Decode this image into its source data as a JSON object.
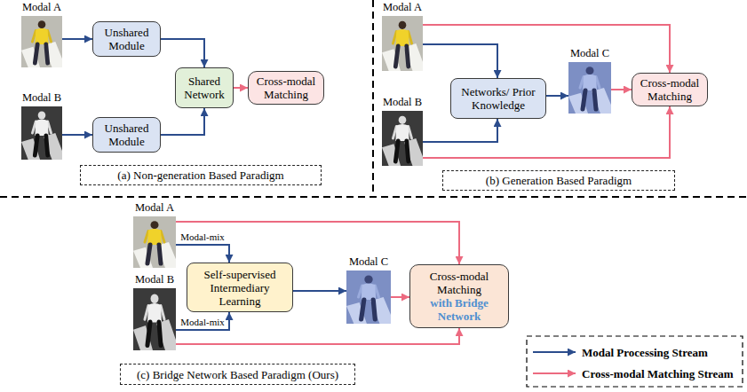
{
  "diagram": {
    "nodes": [
      {
        "text": [
          "Modal A"
        ]
      },
      {
        "text": [
          "Modal B"
        ]
      },
      {
        "text": [
          "Unshared Module"
        ]
      },
      {
        "text": [
          "Unshared Module"
        ]
      },
      {
        "text": [
          "Shared Network"
        ]
      },
      {
        "text": [
          "Cross-modal Matching"
        ]
      },
      {
        "text": [
          "(a) Non-generation Based Paradigm"
        ]
      },
      {
        "text": [
          "Modal A"
        ]
      },
      {
        "text": [
          "Modal B"
        ]
      },
      {
        "text": [
          "Networks/ Prior Knowledge"
        ]
      },
      {
        "text": [
          "Modal C"
        ]
      },
      {
        "text": [
          "Cross-modal Matching"
        ]
      },
      {
        "text": [
          "(b) Generation Based Paradigm"
        ]
      },
      {
        "text": [
          "Modal A"
        ]
      },
      {
        "text": [
          "Modal B"
        ]
      },
      {
        "text": [
          "Self-supervised Intermediary Learning"
        ]
      },
      {
        "text": [
          "Modal C"
        ]
      },
      {
        "text": [
          "Cross-modal Matching",
          "with Bridge Network"
        ]
      },
      {
        "text": [
          "(c) Bridge Network Based Paradigm (Ours)"
        ]
      }
    ],
    "edges": [
      {
        "from": 0,
        "to": 2,
        "arrow": "to"
      },
      {
        "from": 1,
        "to": 3,
        "arrow": "to"
      },
      {
        "from": 2,
        "to": 4,
        "arrow": "to"
      },
      {
        "from": 3,
        "to": 4,
        "arrow": "to"
      },
      {
        "from": 4,
        "to": 5,
        "arrow": "to"
      },
      {
        "from": 7,
        "to": 9,
        "arrow": "to"
      },
      {
        "from": 8,
        "to": 9,
        "arrow": "to"
      },
      {
        "from": 7,
        "to": 11,
        "arrow": "to"
      },
      {
        "from": 8,
        "to": 11,
        "arrow": "to"
      },
      {
        "from": 9,
        "to": 10,
        "arrow": "to"
      },
      {
        "from": 10,
        "to": 11,
        "arrow": "to"
      },
      {
        "from": 13,
        "to": 15,
        "label": "Modal-mix",
        "arrow": "to"
      },
      {
        "from": 14,
        "to": 15,
        "label": "Modal-mix",
        "arrow": "to"
      },
      {
        "from": 13,
        "to": 17,
        "arrow": "to"
      },
      {
        "from": 14,
        "to": 17,
        "arrow": "to"
      },
      {
        "from": 15,
        "to": 16,
        "arrow": "to"
      },
      {
        "from": 16,
        "to": 17,
        "arrow": "to"
      }
    ],
    "legend": [
      {
        "text": "Modal Processing Stream"
      },
      {
        "text": "Cross-modal Matching Stream"
      }
    ]
  }
}
